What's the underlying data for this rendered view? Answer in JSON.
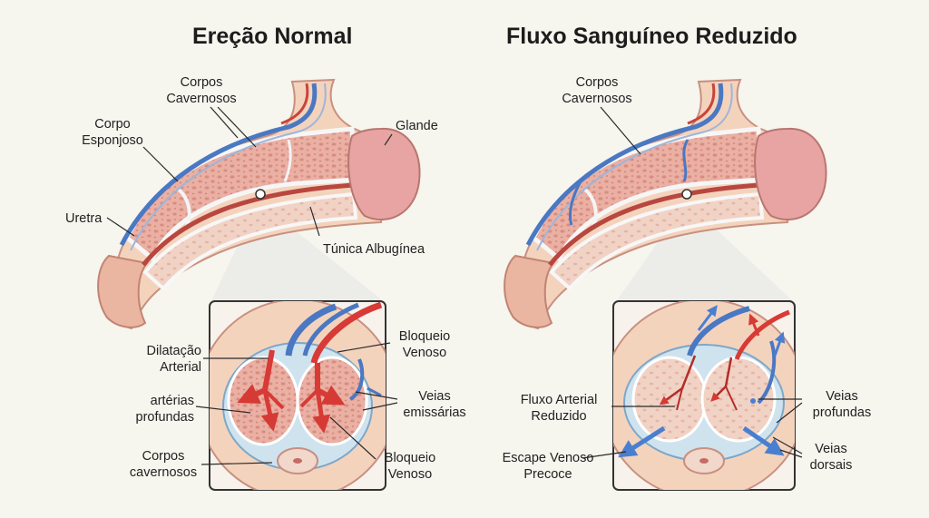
{
  "left_panel": {
    "title": "Ereção Normal",
    "labels": {
      "corpos_cavernosos_l1": "Corpos",
      "corpos_cavernosos_l2": "Cavernosos",
      "corpo_esponjoso_l1": "Corpo",
      "corpo_esponjoso_l2": "Esponjoso",
      "glande": "Glande",
      "uretra": "Uretra",
      "tunica": "Túnica Albugínea",
      "dilatacao_l1": "Dilatação",
      "dilatacao_l2": "Arterial",
      "arterias_l1": "artérias",
      "arterias_l2": "profundas",
      "corpos_cav_l1": "Corpos",
      "corpos_cav_l2": "cavernosos",
      "bloqueio_top_l1": "Bloqueio",
      "bloqueio_top_l2": "Venoso",
      "veias_emissarias_l1": "Veias",
      "veias_emissarias_l2": "emissárias",
      "bloqueio_bottom_l1": "Bloqueio",
      "bloqueio_bottom_l2": "Venoso"
    }
  },
  "right_panel": {
    "title": "Fluxo Sanguíneo Reduzido",
    "labels": {
      "corpos_cavernosos_l1": "Corpos",
      "corpos_cavernosos_l2": "Cavernosos",
      "fluxo_arterial_l1": "Fluxo Arterial",
      "fluxo_arterial_l2": "Reduzido",
      "escape_venoso_l1": "Escape Venoso",
      "escape_venoso_l2": "Precoce",
      "veias_profundas_l1": "Veias",
      "veias_profundas_l2": "profundas",
      "veias_dorsais_l1": "Veias",
      "veias_dorsais_l2": "dorsais"
    }
  },
  "colors": {
    "skin": "#f3d3bd",
    "skin_outline": "#c8907e",
    "tissue": "#eab3a6",
    "tissue_dot": "#d98a80",
    "tunica": "#cfe3ee",
    "vein": "#4a79c4",
    "artery": "#d83a36",
    "glans": "#e8a2a0",
    "sponge": "#f2d7cb"
  }
}
